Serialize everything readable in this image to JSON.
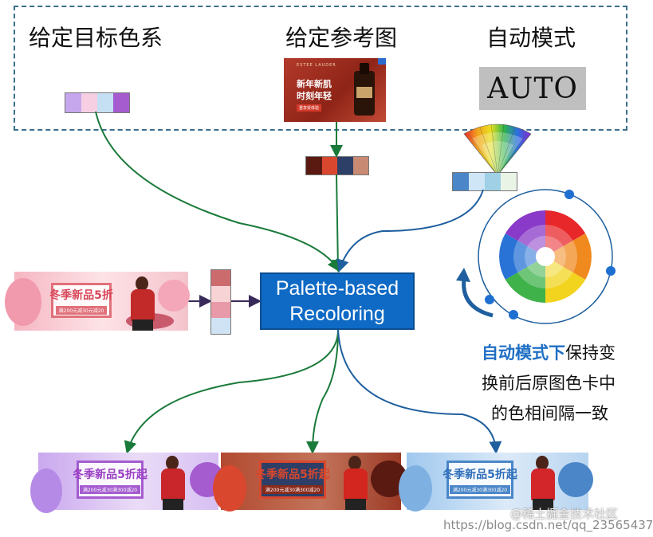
{
  "headings": {
    "target_palette": "给定目标色系",
    "reference_image": "给定参考图",
    "auto_mode": "自动模式"
  },
  "auto_label": "AUTO",
  "center_box": {
    "line1": "Palette-based",
    "line2": "Recoloring"
  },
  "palettes": {
    "target": [
      "#c6a6ec",
      "#f6cfe3",
      "#c5dff3",
      "#a45ccf"
    ],
    "reference": [
      "#5a1a12",
      "#d9482e",
      "#2d3f66",
      "#c88a72"
    ],
    "auto": [
      "#4a86c8",
      "#cfe6f6",
      "#9fd0e6",
      "#eaf4e6"
    ],
    "input": [
      "#cc6b6e",
      "#f7d3d6",
      "#e89aa8",
      "#cfe3f4"
    ]
  },
  "reference_image_text": {
    "brand": "ESTEE LAUDER",
    "line1": "新年新肌",
    "line2": "时刻年轻",
    "button": "重享受体验"
  },
  "input_banner": {
    "title": "冬季新品5折",
    "sub": "满200元减30元减20"
  },
  "output_banners": [
    {
      "title": "冬季新品5折起",
      "sub": "满200元减30满300减20"
    },
    {
      "title": "冬季新品5折起",
      "sub": "满200元减30满300减20"
    },
    {
      "title": "冬季新品5折起",
      "sub": "满200元减30满300减20"
    }
  ],
  "note": {
    "highlight": "自动模式下",
    "line1_rest": "保持变",
    "line2": "换前后原图色卡中",
    "line3": "的色相间隔一致"
  },
  "watermark": "https://blog.csdn.net/qq_23565437",
  "watermark2": "@稀土掘金技术社区",
  "colors": {
    "green_arrow": "#1a7a3a",
    "blue_arrow": "#1f5f9f",
    "center_box": "#0e6ac4"
  }
}
